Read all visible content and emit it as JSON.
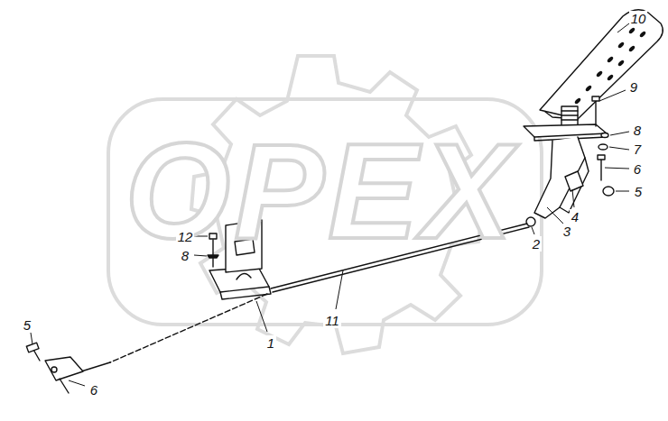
{
  "diagram": {
    "labels": [
      "10",
      "9",
      "8",
      "7",
      "6",
      "5",
      "4",
      "3",
      "2",
      "11",
      "1",
      "12",
      "8",
      "5",
      "6",
      "OPEX"
    ]
  }
}
